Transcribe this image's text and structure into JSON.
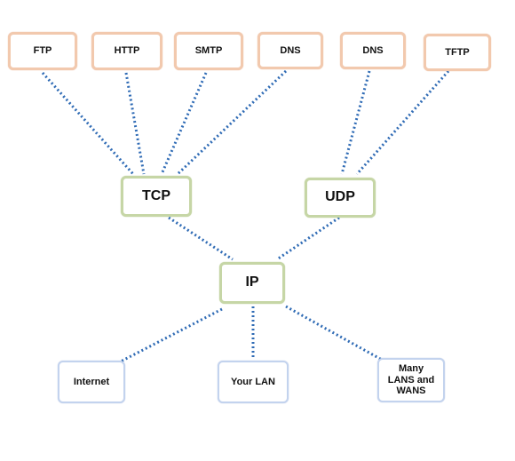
{
  "diagram": {
    "application_layer": [
      {
        "id": "ftp",
        "label": "FTP"
      },
      {
        "id": "http",
        "label": "HTTP"
      },
      {
        "id": "smtp",
        "label": "SMTP"
      },
      {
        "id": "dns-tcp",
        "label": "DNS"
      },
      {
        "id": "dns-udp",
        "label": "DNS"
      },
      {
        "id": "tftp",
        "label": "TFTP"
      }
    ],
    "transport_layer": [
      {
        "id": "tcp",
        "label": "TCP"
      },
      {
        "id": "udp",
        "label": "UDP"
      }
    ],
    "network_layer": {
      "id": "ip",
      "label": "IP"
    },
    "link_layer": [
      {
        "id": "internet",
        "label": "Internet"
      },
      {
        "id": "lan",
        "label": "Your LAN"
      },
      {
        "id": "wan",
        "label": "Many LANS and WANS"
      }
    ],
    "connections": [
      [
        "ftp",
        "tcp"
      ],
      [
        "http",
        "tcp"
      ],
      [
        "smtp",
        "tcp"
      ],
      [
        "dns-tcp",
        "tcp"
      ],
      [
        "dns-udp",
        "udp"
      ],
      [
        "tftp",
        "udp"
      ],
      [
        "tcp",
        "ip"
      ],
      [
        "udp",
        "ip"
      ],
      [
        "ip",
        "internet"
      ],
      [
        "ip",
        "lan"
      ],
      [
        "ip",
        "wan"
      ]
    ],
    "colors": {
      "application_border": "#f2c9ae",
      "transport_border": "#c6d6a6",
      "link_border": "#c3d3ee",
      "connector": "#2f6bb5"
    }
  }
}
